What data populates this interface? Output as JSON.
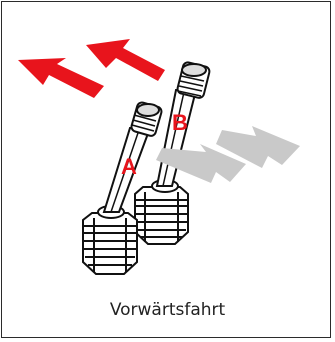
{
  "labels": {
    "lever_a": "A",
    "lever_b": "B",
    "caption": "Vorwärtsfahrt"
  },
  "colors": {
    "forward_arrow": "#e8141c",
    "backward_arrow": "#c9c9c9",
    "label": "#e8141c",
    "outline": "#111111"
  },
  "icons": {
    "forward": "arrow-left-up",
    "backward": "arrow-right-down"
  }
}
